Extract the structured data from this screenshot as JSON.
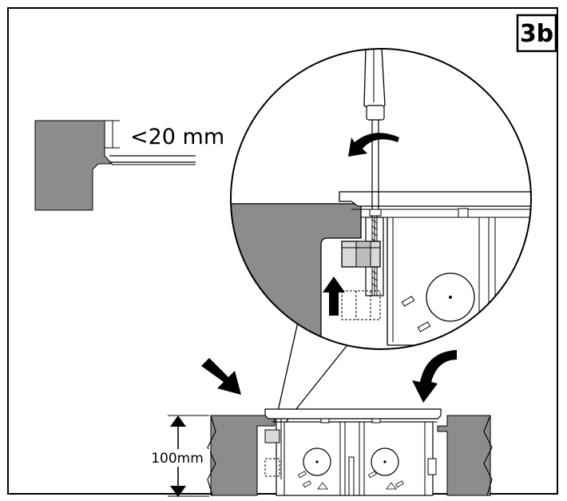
{
  "step_badge": "3b",
  "gap_dimension": "<20 mm",
  "depth_dimension": "100mm",
  "colors": {
    "surface": "#8c8c8c",
    "line": "#000000",
    "background": "#ffffff"
  },
  "icons": [
    "screwdriver-icon",
    "rotate-arrow-icon",
    "up-arrow-icon",
    "insert-arrow-icon",
    "curved-down-arrow-icon"
  ]
}
